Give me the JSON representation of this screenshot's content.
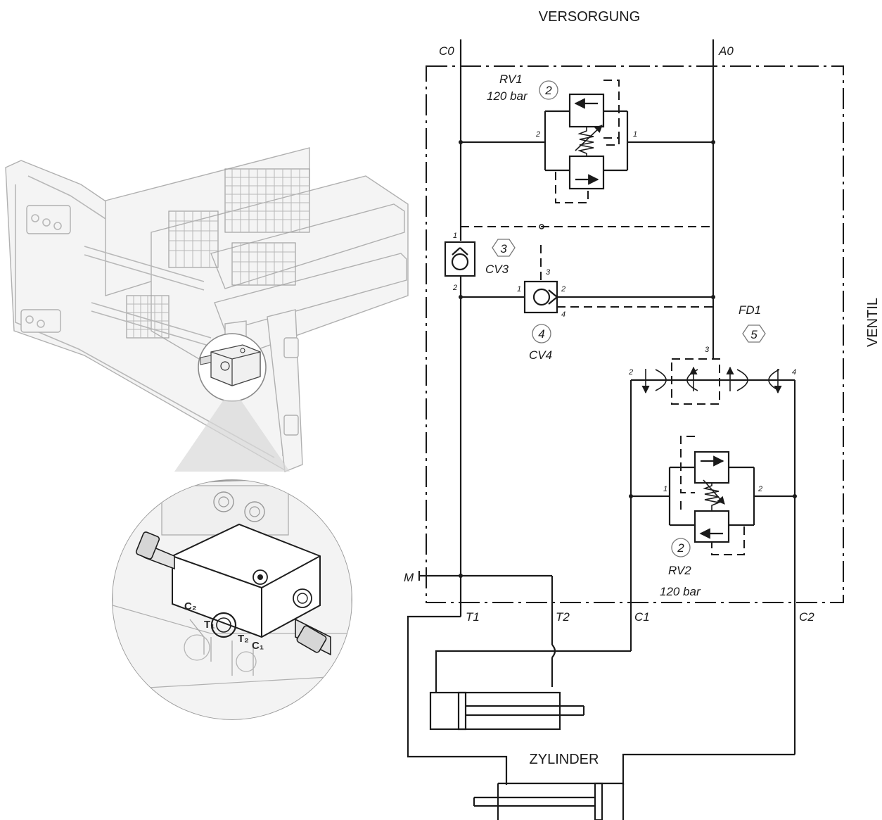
{
  "labels": {
    "supply": "VERSORGUNG",
    "valve": "VENTIL",
    "cylinder": "ZYLINDER"
  },
  "ports": {
    "c0": "C0",
    "a0": "A0",
    "m": "M",
    "t1": "T1",
    "t2": "T2",
    "c1": "C1",
    "c2": "C2"
  },
  "components": {
    "rv1": {
      "name": "RV1",
      "pressure": "120 bar",
      "item": "2",
      "port_a": "2",
      "port_b": "1"
    },
    "cv3": {
      "name": "CV3",
      "item": "3",
      "port_a": "1",
      "port_b": "2"
    },
    "cv4": {
      "name": "CV4",
      "item": "4",
      "port_a": "1",
      "port_b": "2",
      "port_c": "3",
      "port_d": "4"
    },
    "fd1": {
      "name": "FD1",
      "item": "5",
      "port_a": "2",
      "port_b": "3",
      "port_c": "4"
    },
    "rv2": {
      "name": "RV2",
      "pressure": "120 bar",
      "item": "2",
      "port_a": "1",
      "port_b": "2"
    }
  },
  "block_markings": {
    "c2": "C₂",
    "t1": "T₁",
    "t2": "T₂",
    "c1": "C₁"
  }
}
